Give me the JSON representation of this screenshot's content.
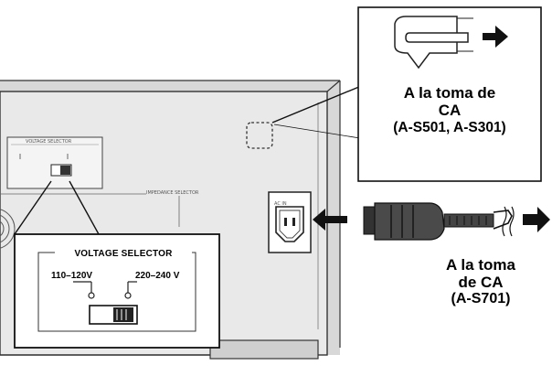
{
  "labels": {
    "top_line1": "A la toma de",
    "top_line2": "CA",
    "top_line3": "(A-S501, A-S301)",
    "right_line1": "A la toma",
    "right_line2": "de CA",
    "right_line3": "(A-S701)"
  },
  "selector": {
    "title": "VOLTAGE SELECTOR",
    "option_low": "110–120V",
    "option_high": "220–240 V"
  }
}
